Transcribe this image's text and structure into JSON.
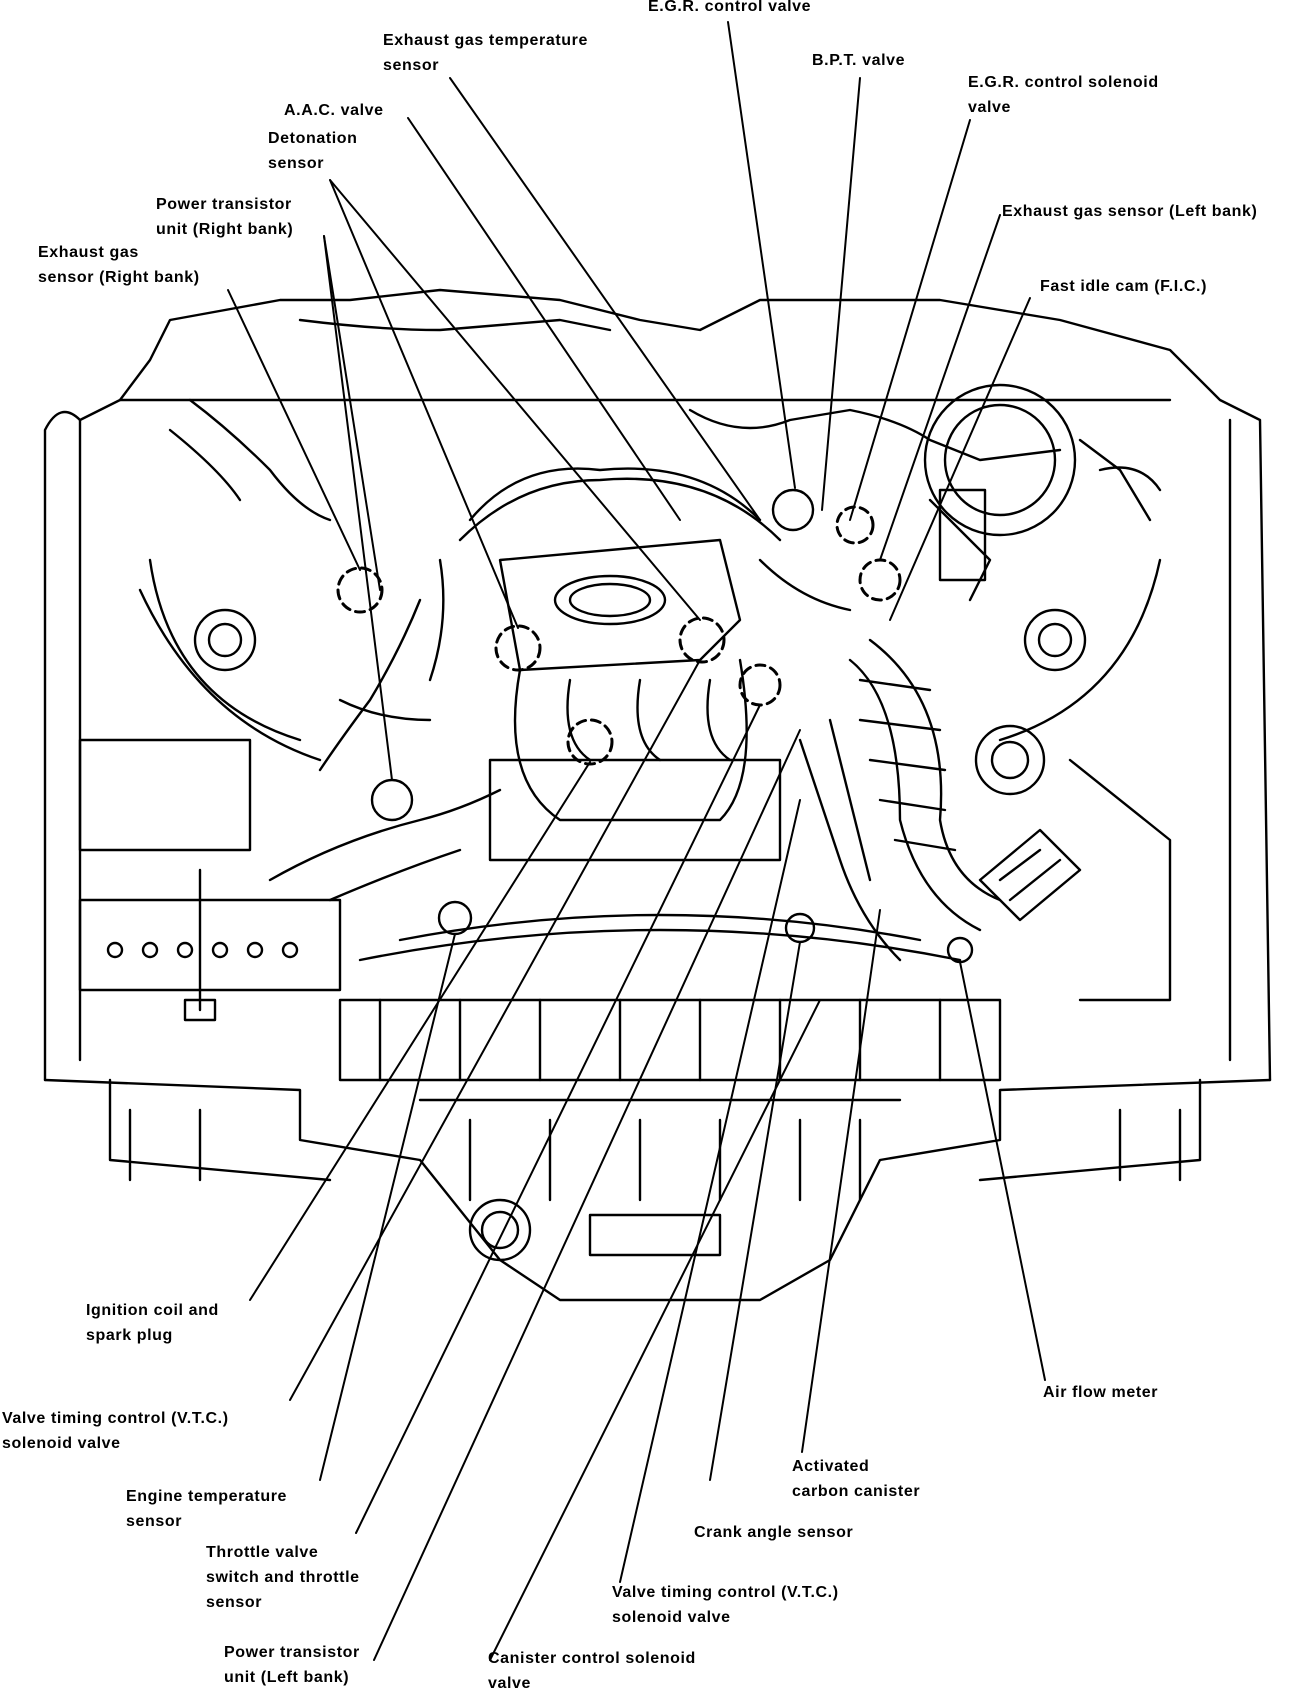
{
  "diagram": {
    "labels": [
      {
        "id": "egr-control-valve",
        "lines": [
          "E.G.R. control valve"
        ]
      },
      {
        "id": "exhaust-gas-temperature-sensor",
        "lines": [
          "Exhaust gas temperature",
          "sensor"
        ]
      },
      {
        "id": "bpt-valve",
        "lines": [
          "B.P.T. valve"
        ]
      },
      {
        "id": "egr-control-solenoid-valve",
        "lines": [
          "E.G.R. control solenoid",
          "valve"
        ]
      },
      {
        "id": "aac-valve",
        "lines": [
          "A.A.C. valve"
        ]
      },
      {
        "id": "detonation-sensor",
        "lines": [
          "Detonation",
          "sensor"
        ]
      },
      {
        "id": "power-transistor-right",
        "lines": [
          "Power transistor",
          "unit (Right bank)"
        ]
      },
      {
        "id": "exhaust-gas-sensor-left",
        "lines": [
          "Exhaust gas sensor (Left bank)"
        ]
      },
      {
        "id": "exhaust-gas-sensor-right",
        "lines": [
          "Exhaust gas",
          "sensor (Right bank)"
        ]
      },
      {
        "id": "fast-idle-cam",
        "lines": [
          "Fast idle cam (F.I.C.)"
        ]
      },
      {
        "id": "ignition-coil",
        "lines": [
          "Ignition coil and",
          "spark plug"
        ]
      },
      {
        "id": "air-flow-meter",
        "lines": [
          "Air flow meter"
        ]
      },
      {
        "id": "vtc-solenoid-left",
        "lines": [
          "Valve timing control (V.T.C.)",
          "solenoid valve"
        ]
      },
      {
        "id": "activated-carbon-canister",
        "lines": [
          "Activated",
          "carbon canister"
        ]
      },
      {
        "id": "engine-temperature-sensor",
        "lines": [
          "Engine temperature",
          "sensor"
        ]
      },
      {
        "id": "crank-angle-sensor",
        "lines": [
          "Crank angle sensor"
        ]
      },
      {
        "id": "throttle-valve-switch",
        "lines": [
          "Throttle valve",
          "switch and throttle",
          "sensor"
        ]
      },
      {
        "id": "vtc-solenoid-right",
        "lines": [
          "Valve timing control (V.T.C.)",
          "solenoid valve"
        ]
      },
      {
        "id": "power-transistor-left",
        "lines": [
          "Power transistor",
          "unit (Left bank)"
        ]
      },
      {
        "id": "canister-control-solenoid",
        "lines": [
          "Canister control solenoid",
          "valve"
        ]
      }
    ]
  }
}
